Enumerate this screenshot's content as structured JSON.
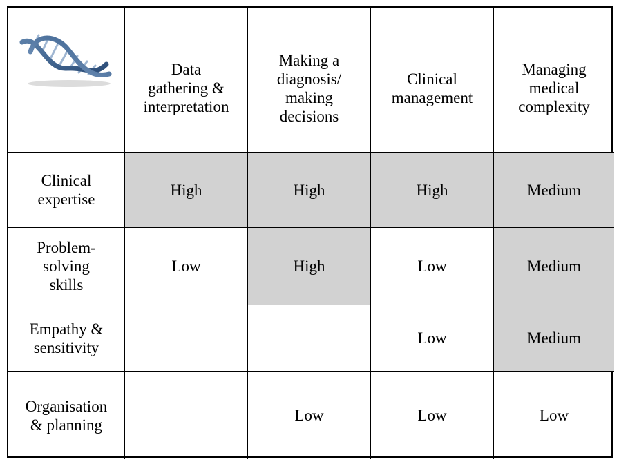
{
  "table": {
    "logo_icon": "dna-helix-icon",
    "columns": [
      "Data\ngathering &\ninterpretation",
      "Making a\ndiagnosis/\nmaking\ndecisions",
      "Clinical\nmanagement",
      "Managing\nmedical\ncomplexity"
    ],
    "rows": [
      {
        "label": "Clinical\nexpertise",
        "cells": [
          "High",
          "High",
          "High",
          "Medium"
        ]
      },
      {
        "label": "Problem-\nsolving\nskills",
        "cells": [
          "Low",
          "High",
          "Low",
          "Medium"
        ]
      },
      {
        "label": "Empathy &\nsensitivity",
        "cells": [
          "",
          "",
          "Low",
          "Medium"
        ]
      },
      {
        "label": "Organisation\n& planning",
        "cells": [
          "",
          "Low",
          "Low",
          "Low"
        ]
      }
    ],
    "shade_color": "#d2d2d2"
  }
}
